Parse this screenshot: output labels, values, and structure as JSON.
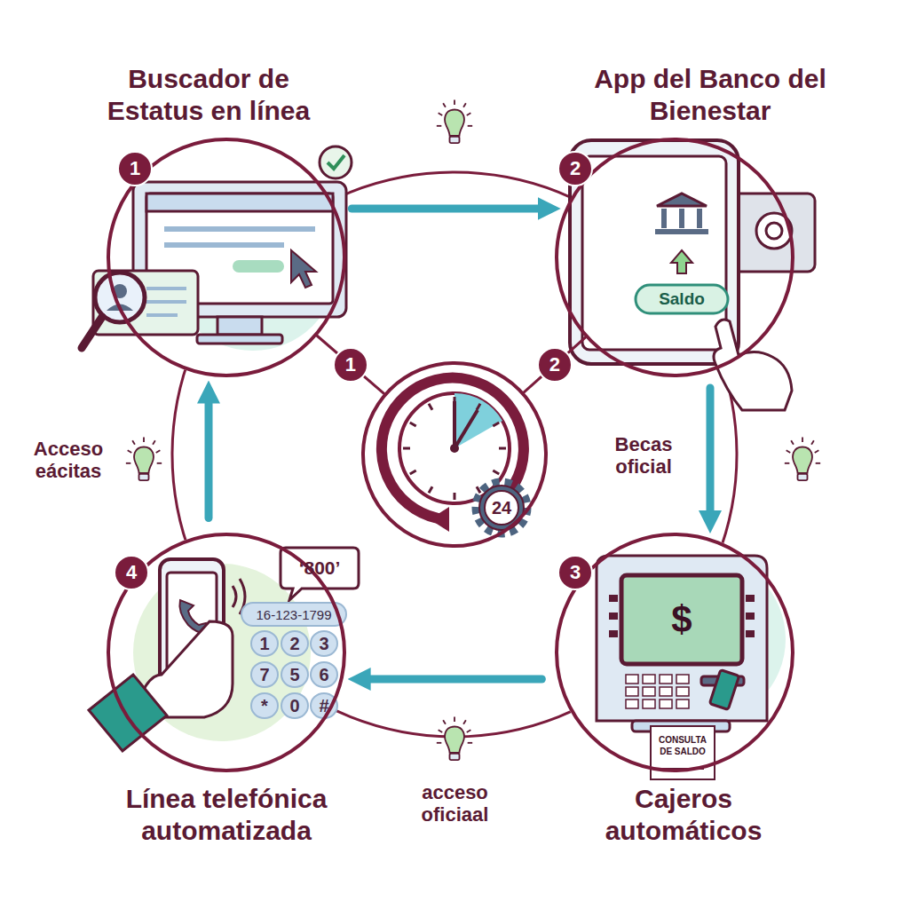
{
  "diagram": {
    "nodes": [
      {
        "text": [
          "Buscador de Estatus en línea"
        ]
      },
      {
        "text": [
          "App del Banco del Bienestar"
        ]
      },
      {
        "text": [
          "24"
        ]
      },
      {
        "text": [
          "Línea telefónica automatizada"
        ]
      },
      {
        "text": [
          "Cajeros automáticos"
        ]
      }
    ],
    "edges": [
      {
        "from": 0,
        "to": 1,
        "arrow": "to"
      },
      {
        "from": 1,
        "to": 4,
        "label": "Becas oficial",
        "arrow": "to"
      },
      {
        "from": 4,
        "to": 3,
        "label": "acceso oficiaal",
        "arrow": "to"
      },
      {
        "from": 3,
        "to": 0,
        "label": "Acceso eácitas",
        "arrow": "to"
      },
      {
        "from": 2,
        "to": 0,
        "label": "1",
        "arrow": "none"
      },
      {
        "from": 2,
        "to": 1,
        "label": "2",
        "arrow": "none"
      }
    ],
    "labels": [
      "1",
      "Saldo",
      "2",
      "$",
      "3",
      "CONSULTA DE SALDO",
      "4",
      "‘800’",
      "16-123-1799",
      "1",
      "2",
      "3",
      "7",
      "5",
      "6",
      "*",
      "0",
      "#"
    ]
  }
}
